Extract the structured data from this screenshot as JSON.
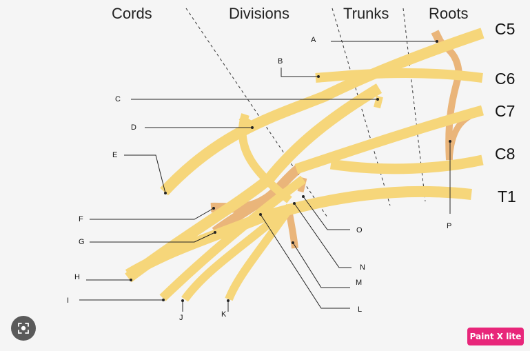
{
  "headers": {
    "cords": "Cords",
    "divisions": "Divisions",
    "trunks": "Trunks",
    "roots": "Roots"
  },
  "roots": {
    "c5": "C5",
    "c6": "C6",
    "c7": "C7",
    "c8": "C8",
    "t1": "T1"
  },
  "labels": {
    "a": "A",
    "b": "B",
    "c": "C",
    "d": "D",
    "e": "E",
    "f": "F",
    "g": "G",
    "h": "H",
    "i": "I",
    "j": "J",
    "k": "K",
    "l": "L",
    "m": "M",
    "n": "N",
    "o": "O",
    "p": "P"
  },
  "badge": {
    "text": "Paint X lite"
  },
  "colors": {
    "nerve": "#f6d67a",
    "nerve_dark": "#eab57a",
    "leader": "#222222",
    "background": "#f5f5f5",
    "badge": "#e8267a"
  }
}
